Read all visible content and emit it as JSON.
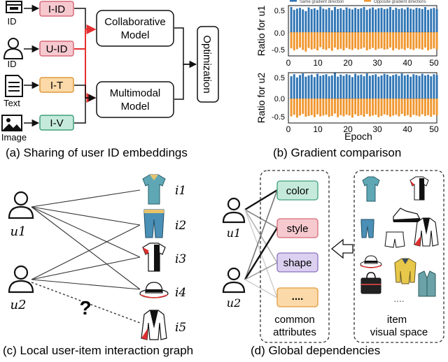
{
  "panel_a": {
    "caption": "(a) Sharing of user ID embeddings",
    "icons": [
      "ID",
      "ID",
      "Text",
      "Image"
    ],
    "boxes": [
      "I-ID",
      "U-ID",
      "I-T",
      "I-V"
    ],
    "collab_line1": "Collaborative",
    "collab_line2": "Model",
    "multi_line1": "Multimodal",
    "multi_line2": "Model",
    "optimization": "Optimization"
  },
  "panel_b": {
    "caption": "(b) Gradient comparison",
    "legend": [
      "Same gradient direction",
      "Opposite gradient directions"
    ],
    "ylabel_top": "Ratio for u1",
    "ylabel_bottom": "Ratio for u2",
    "xlabel": "Epoch",
    "top_yticks": [
      "0.5",
      "0.0",
      "-0.5"
    ],
    "bottom_yticks": [
      "0.5",
      "0.0",
      "-0.5"
    ],
    "xticks": [
      "0",
      "10",
      "20",
      "30",
      "40",
      "50"
    ],
    "colors": {
      "same": "#2f75b5",
      "opposite": "#f0962e"
    }
  },
  "panel_c": {
    "caption": "(c) Local user-item interaction graph",
    "users": [
      "u1",
      "u2"
    ],
    "items": [
      "i1",
      "i2",
      "i3",
      "i4",
      "i5"
    ],
    "question": "?"
  },
  "panel_d": {
    "caption": "(d) Global dependencies",
    "attributes": [
      "color",
      "style",
      "shape",
      "...."
    ],
    "attr_label_line1": "common",
    "attr_label_line2": "attributes",
    "space_label_line1": "item",
    "space_label_line2": "visual space",
    "space_dots": "....",
    "users": [
      "u1",
      "u2"
    ]
  },
  "chart_data": {
    "type": "bar",
    "xlabel": "Epoch",
    "xlim": [
      0,
      50
    ],
    "ylim": [
      -0.5,
      0.5
    ],
    "series": [
      {
        "name": "Same gradient direction",
        "panel": "top",
        "values": [
          0.62,
          0.55,
          0.58,
          0.6,
          0.56,
          0.52,
          0.61,
          0.57,
          0.59,
          0.55,
          0.63,
          0.58,
          0.56,
          0.6,
          0.54,
          0.62,
          0.57,
          0.59,
          0.55,
          0.61,
          0.58,
          0.56,
          0.6,
          0.57,
          0.59,
          0.62,
          0.55,
          0.58,
          0.61,
          0.56,
          0.59,
          0.6,
          0.57,
          0.58,
          0.62,
          0.55,
          0.6,
          0.57,
          0.59,
          0.56,
          0.61,
          0.58,
          0.56,
          0.6,
          0.59,
          0.57,
          0.62,
          0.55,
          0.58,
          0.6,
          0.57
        ]
      },
      {
        "name": "Opposite gradient directions",
        "panel": "top",
        "values": [
          -0.4,
          -0.45,
          -0.42,
          -0.38,
          -0.44,
          -0.48,
          -0.39,
          -0.43,
          -0.41,
          -0.45,
          -0.37,
          -0.42,
          -0.44,
          -0.4,
          -0.46,
          -0.38,
          -0.43,
          -0.41,
          -0.45,
          -0.39,
          -0.42,
          -0.44,
          -0.4,
          -0.43,
          -0.41,
          -0.38,
          -0.45,
          -0.42,
          -0.39,
          -0.44,
          -0.41,
          -0.4,
          -0.43,
          -0.42,
          -0.38,
          -0.45,
          -0.4,
          -0.43,
          -0.41,
          -0.44,
          -0.39,
          -0.42,
          -0.44,
          -0.4,
          -0.41,
          -0.43,
          -0.38,
          -0.45,
          -0.42,
          -0.4,
          -0.43
        ]
      },
      {
        "name": "Same gradient direction",
        "panel": "bottom",
        "values": [
          0.55,
          0.6,
          0.52,
          0.58,
          0.62,
          0.54,
          0.57,
          0.59,
          0.53,
          0.61,
          0.56,
          0.58,
          0.6,
          0.55,
          0.57,
          0.63,
          0.54,
          0.59,
          0.56,
          0.6,
          0.58,
          0.53,
          0.61,
          0.57,
          0.59,
          0.55,
          0.62,
          0.56,
          0.58,
          0.6,
          0.54,
          0.57,
          0.61,
          0.59,
          0.55,
          0.58,
          0.6,
          0.56,
          0.62,
          0.57,
          0.59,
          0.54,
          0.6,
          0.58,
          0.56,
          0.61,
          0.57,
          0.59,
          0.55,
          0.6,
          0.58
        ]
      },
      {
        "name": "Opposite gradient directions",
        "panel": "bottom",
        "values": [
          -0.44,
          -0.4,
          -0.47,
          -0.42,
          -0.38,
          -0.45,
          -0.43,
          -0.41,
          -0.46,
          -0.39,
          -0.44,
          -0.42,
          -0.4,
          -0.45,
          -0.43,
          -0.37,
          -0.46,
          -0.41,
          -0.44,
          -0.4,
          -0.42,
          -0.47,
          -0.39,
          -0.43,
          -0.41,
          -0.45,
          -0.38,
          -0.44,
          -0.42,
          -0.4,
          -0.46,
          -0.43,
          -0.39,
          -0.41,
          -0.45,
          -0.42,
          -0.4,
          -0.44,
          -0.38,
          -0.43,
          -0.41,
          -0.46,
          -0.4,
          -0.42,
          -0.44,
          -0.39,
          -0.43,
          -0.41,
          -0.45,
          -0.4,
          -0.42
        ]
      }
    ]
  }
}
